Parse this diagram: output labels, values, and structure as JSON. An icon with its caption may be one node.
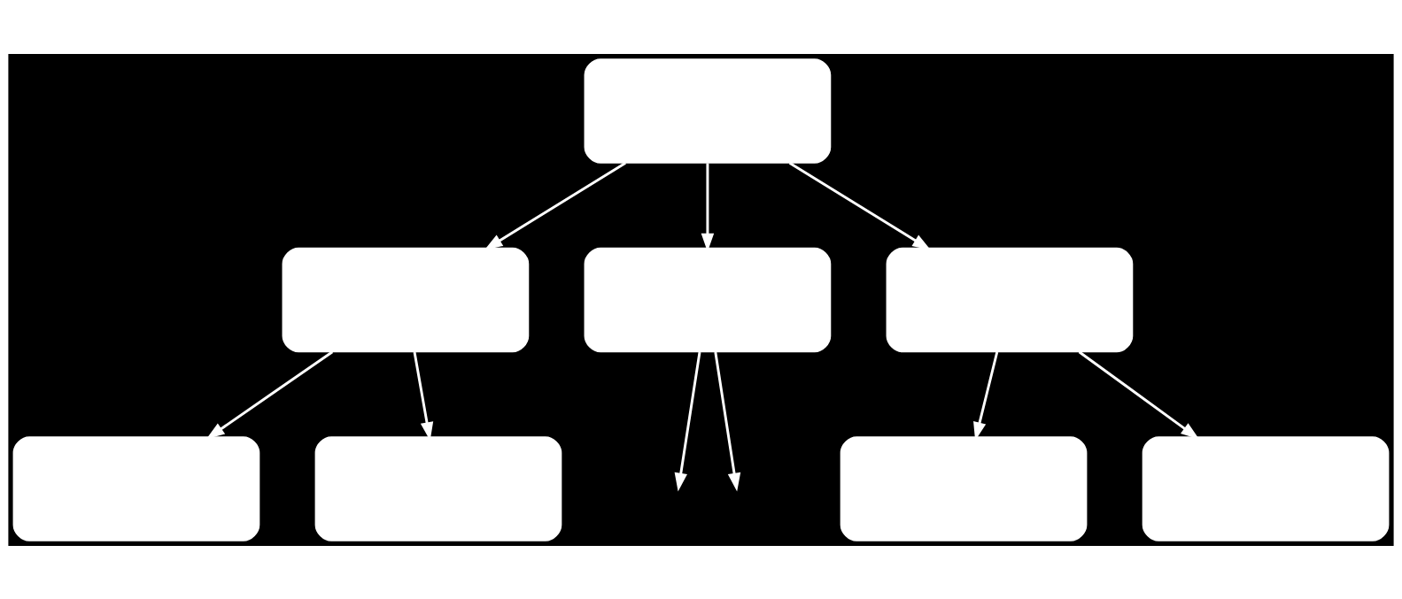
{
  "diagram": {
    "nodes": [
      {
        "text": [],
        "shape": "box"
      },
      {
        "text": [],
        "shape": "box"
      },
      {
        "text": [],
        "shape": "box"
      },
      {
        "text": [],
        "shape": "box"
      },
      {
        "text": [],
        "shape": "box"
      },
      {
        "text": [],
        "shape": "box"
      },
      {
        "text": [],
        "shape": "box"
      },
      {
        "text": [],
        "shape": "box"
      }
    ],
    "edges": [
      {
        "from": 0,
        "to": 1,
        "arrow": "to"
      },
      {
        "from": 0,
        "to": 2,
        "arrow": "to"
      },
      {
        "from": 0,
        "to": 3,
        "arrow": "to"
      },
      {
        "from": 1,
        "to": 4,
        "arrow": "to"
      },
      {
        "from": 1,
        "to": 5,
        "arrow": "to"
      },
      {
        "from": 2,
        "to": null,
        "arrow": "to"
      },
      {
        "from": 2,
        "to": null,
        "arrow": "to"
      },
      {
        "from": 3,
        "to": 6,
        "arrow": "to"
      },
      {
        "from": 3,
        "to": 7,
        "arrow": "to"
      }
    ]
  }
}
